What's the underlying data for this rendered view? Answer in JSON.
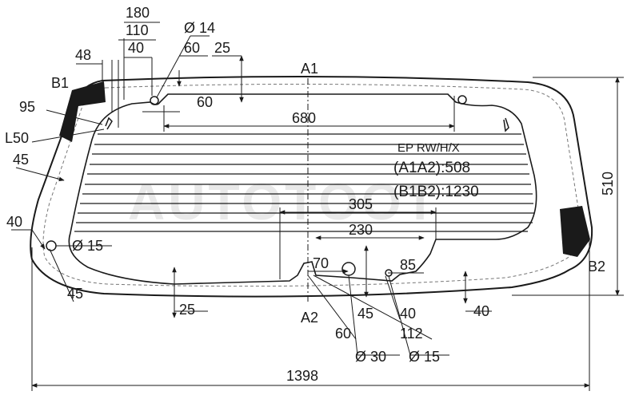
{
  "watermark": "AUTOTOOT",
  "spec": {
    "code": "EP RW/H/X",
    "a1a2": "(A1A2):508",
    "b1b2": "(B1B2):1230"
  },
  "points": {
    "a1": "A1",
    "a2": "A2",
    "b1": "B1",
    "b2": "B2"
  },
  "dims": {
    "d180": "180",
    "d110": "110",
    "d40_top": "40",
    "d48": "48",
    "dia14": "Ø 14",
    "d60_top": "60",
    "d25_top": "25",
    "d60_inner": "60",
    "d680": "680",
    "d95": "95",
    "l50": "L50",
    "d45_left": "45",
    "d40_left": "40",
    "dia15_left": "Ø 15",
    "d45_bottomleft": "45",
    "d25_bottom": "25",
    "d305": "305",
    "d230": "230",
    "d70": "70",
    "d85": "85",
    "d45_bottom": "45",
    "d40_bottom": "40",
    "d60_bottom": "60",
    "d112": "112",
    "dia30": "Ø 30",
    "dia15_bottom": "Ø 15",
    "d40_right": "40",
    "d510": "510",
    "d1398": "1398"
  }
}
